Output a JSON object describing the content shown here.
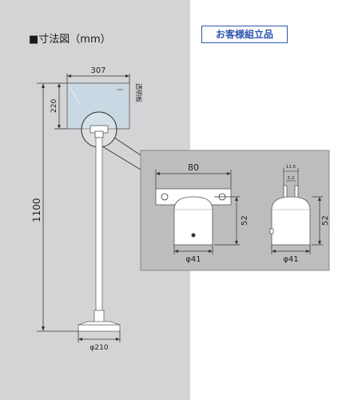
{
  "header": {
    "title": "■寸法図（mm）",
    "badge": "お客様組立品"
  },
  "main_view": {
    "width_label": "307",
    "plate_height_label": "220",
    "total_height_label": "1100",
    "plate_label": "透明板",
    "base_label": "φ210"
  },
  "detail_view": {
    "front": {
      "width_label": "80",
      "height_label": "52",
      "diameter_label": "φ41"
    },
    "side": {
      "slot_top_label": "11.6",
      "slot_bottom_label": "5.2",
      "height_label": "52",
      "diameter_label": "φ41"
    }
  },
  "colors": {
    "panel": "#d4d4d6",
    "detail_panel": "#bdbdbf",
    "plate": "#c9d8e2",
    "accent": "#2f56b0"
  }
}
